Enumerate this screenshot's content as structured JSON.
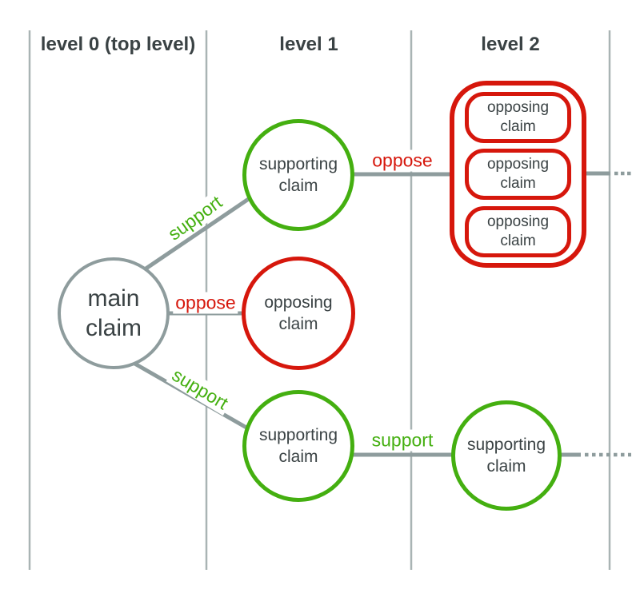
{
  "diagram": {
    "columns": [
      {
        "label": "level 0 (top level)"
      },
      {
        "label": "level 1"
      },
      {
        "label": "level 2"
      }
    ],
    "nodes": {
      "main": {
        "label": "main\nclaim",
        "type": "main"
      },
      "l1_support_top": {
        "label": "supporting\nclaim",
        "type": "support"
      },
      "l1_oppose": {
        "label": "opposing\nclaim",
        "type": "oppose"
      },
      "l1_support_bottom": {
        "label": "supporting\nclaim",
        "type": "support"
      },
      "l2_oppose_group": {
        "type": "oppose",
        "items": [
          {
            "label": "opposing\nclaim"
          },
          {
            "label": "opposing\nclaim"
          },
          {
            "label": "opposing\nclaim"
          }
        ]
      },
      "l2_support": {
        "label": "supporting\nclaim",
        "type": "support"
      }
    },
    "edges": {
      "main_support_top": {
        "label": "support",
        "type": "support"
      },
      "main_oppose": {
        "label": "oppose",
        "type": "oppose"
      },
      "main_support_bottom": {
        "label": "support",
        "type": "support"
      },
      "l1_oppose_l2": {
        "label": "oppose",
        "type": "oppose"
      },
      "l1_support_l2": {
        "label": "support",
        "type": "support"
      }
    },
    "colors": {
      "support": "#44af10",
      "oppose": "#d6170c",
      "neutral": "#8e9c9d",
      "grid": "#a9b4b4",
      "text": "#3a4244"
    }
  }
}
